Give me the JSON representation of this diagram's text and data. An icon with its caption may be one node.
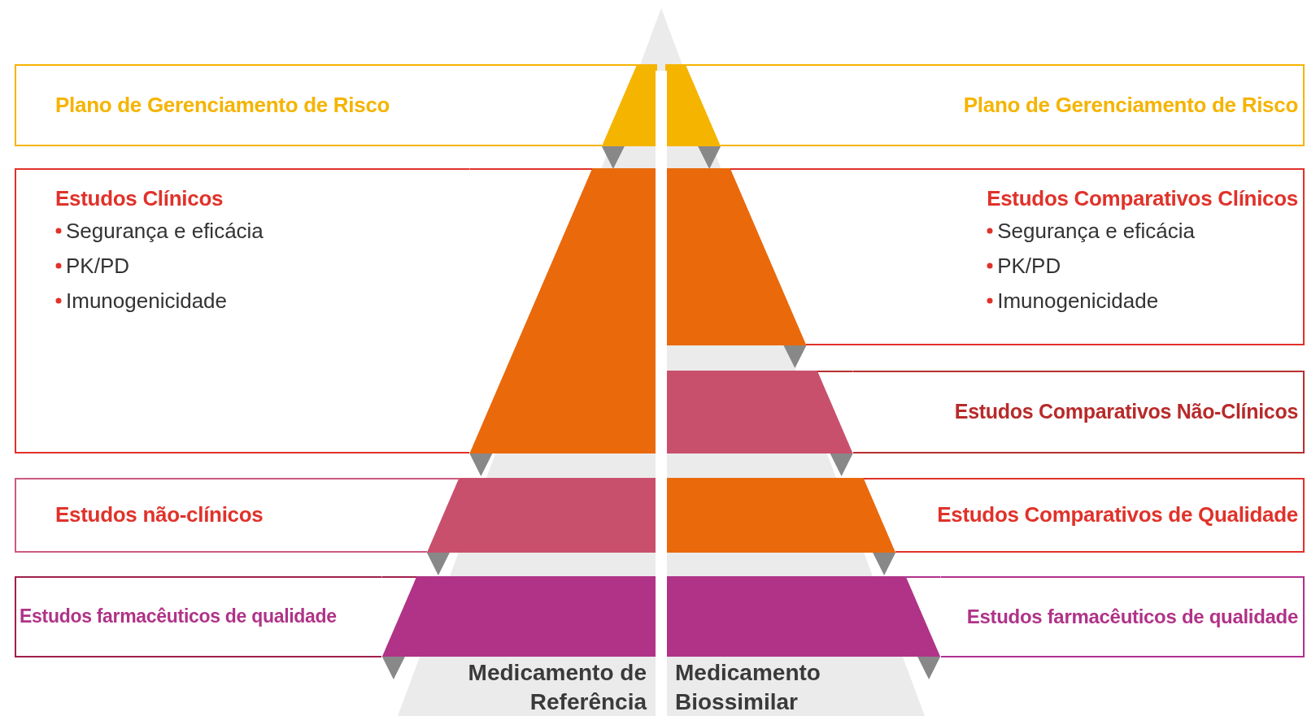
{
  "diagram": {
    "nodes": [
      {
        "text": [
          "Plano de Gerenciamento de Risco"
        ]
      },
      {
        "text": [
          "Estudos Clínicos",
          "Segurança e eficácia",
          "PK/PD",
          "Imunogenicidade"
        ]
      },
      {
        "text": [
          "Estudos não-clínicos"
        ]
      },
      {
        "text": [
          "Estudos farmacêuticos de qualidade"
        ]
      },
      {
        "text": [
          "Plano de Gerenciamento de Risco"
        ]
      },
      {
        "text": [
          "Estudos Comparativos Clínicos",
          "Segurança e eficácia",
          "PK/PD",
          "Imunogenicidade"
        ]
      },
      {
        "text": [
          "Estudos Comparativos Não-Clínicos"
        ]
      },
      {
        "text": [
          "Estudos Comparativos de Qualidade"
        ]
      },
      {
        "text": [
          "Estudos farmacêuticos de qualidade"
        ]
      }
    ],
    "labels": [
      "Medicamento de Referência",
      "Medicamento Biossimilar"
    ]
  }
}
